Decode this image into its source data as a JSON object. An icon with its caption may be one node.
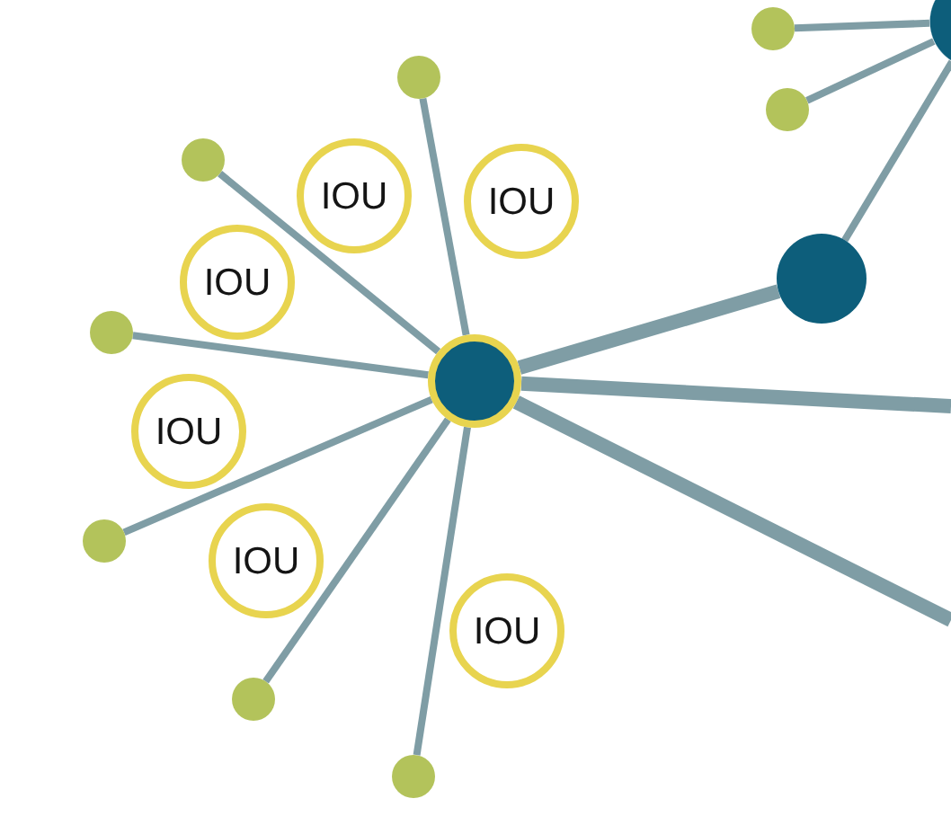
{
  "diagram": {
    "nodes": [
      {
        "text": [],
        "shape": "circle"
      },
      {
        "text": [],
        "shape": "circle"
      },
      {
        "text": [],
        "shape": "circle"
      },
      {
        "text": [],
        "shape": "circle"
      },
      {
        "text": [],
        "shape": "circle"
      },
      {
        "text": [
          "IOU"
        ]
      },
      {
        "text": [
          "IOU"
        ]
      },
      {
        "text": [],
        "shape": "circle"
      },
      {
        "text": [
          "IOU"
        ]
      },
      {
        "text": [],
        "shape": "circle"
      },
      {
        "text": [],
        "shape": "circle"
      },
      {
        "text": [
          "IOU"
        ]
      },
      {
        "text": [],
        "shape": "circle"
      },
      {
        "text": [
          "IOU"
        ]
      },
      {
        "text": [
          "IOU"
        ]
      },
      {
        "text": [],
        "shape": "circle"
      },
      {
        "text": [],
        "shape": "circle"
      }
    ],
    "edges": [
      {
        "from": 10,
        "to": 2,
        "arrow": "none"
      },
      {
        "from": 10,
        "to": 4,
        "arrow": "none"
      },
      {
        "from": 10,
        "to": 9,
        "arrow": "none"
      },
      {
        "from": 10,
        "to": 12,
        "arrow": "none"
      },
      {
        "from": 10,
        "to": 15,
        "arrow": "none"
      },
      {
        "from": 10,
        "to": 16,
        "arrow": "none"
      },
      {
        "from": 10,
        "to": 7,
        "arrow": "none",
        "style": "thick"
      },
      {
        "from": 10,
        "to": null,
        "arrow": "none",
        "style": "thick"
      },
      {
        "from": 10,
        "to": null,
        "arrow": "none",
        "style": "thick"
      },
      {
        "from": 7,
        "to": 0,
        "arrow": "none"
      },
      {
        "from": 1,
        "to": 0,
        "arrow": "none"
      },
      {
        "from": 3,
        "to": 0,
        "arrow": "none"
      }
    ]
  }
}
